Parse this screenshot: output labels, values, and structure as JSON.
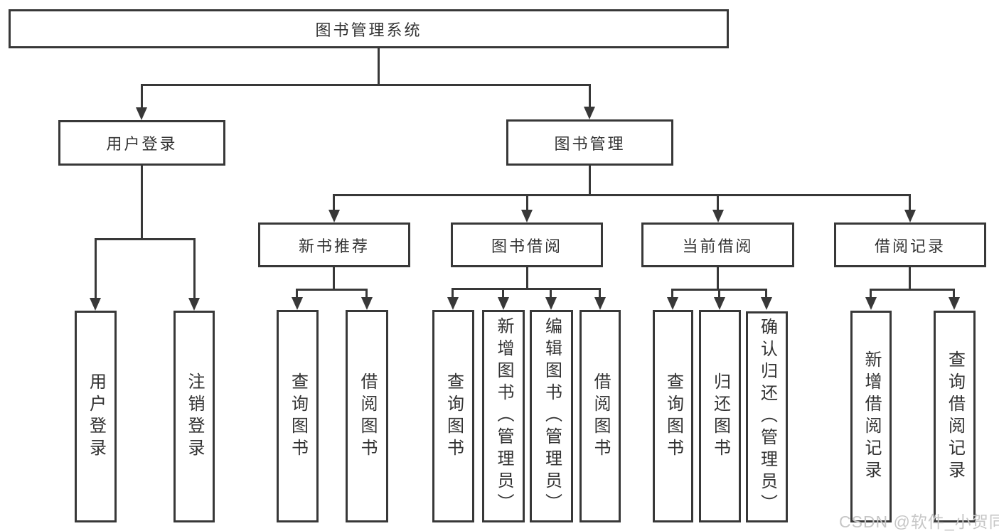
{
  "diagram": {
    "root": {
      "label": "图书管理系统"
    },
    "login": {
      "label": "用户登录",
      "children": [
        "用户登录",
        "注销登录"
      ]
    },
    "mgmt": {
      "label": "图书管理"
    },
    "new_book": {
      "label": "新书推荐",
      "children": [
        "查询图书",
        "借阅图书"
      ]
    },
    "book_borrow": {
      "label": "图书借阅",
      "children": [
        "查询图书",
        "新增图书（管理员）",
        "编辑图书（管理员）",
        "借阅图书"
      ]
    },
    "current_borrow": {
      "label": "当前借阅",
      "children": [
        "查询图书",
        "归还图书",
        "确认归还（管理员）"
      ]
    },
    "borrow_record": {
      "label": "借阅记录",
      "children": [
        "新增借阅记录",
        "查询借阅记录"
      ]
    }
  },
  "watermark": "CSDN @软件_小贺同学",
  "colors": {
    "line": "#383838",
    "text": "#333333",
    "watermark": "#c6c6c6",
    "background": "#ffffff"
  }
}
